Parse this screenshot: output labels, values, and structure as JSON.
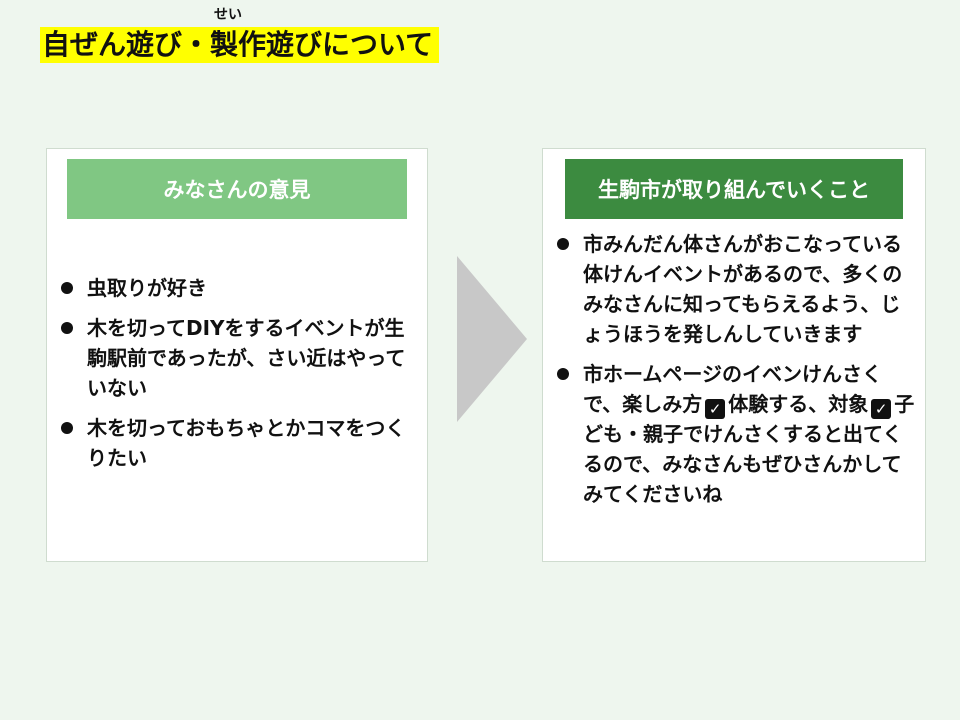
{
  "title": {
    "ruby": "せい",
    "text": "自ぜん遊び・製作遊びについて"
  },
  "left_panel": {
    "header": "みなさんの意見",
    "items": [
      "虫取りが好き",
      "木を切ってDIYをするイベントが生駒駅前であったが、さい近はやっていない",
      "木を切っておもちゃとかコマをつくりたい"
    ]
  },
  "right_panel": {
    "header": "生駒市が取り組んでいくこと",
    "item1": "市みんだん体さんがおこなっている体けんイベントがあるので、多くのみなさんに知ってもらえるよう、じょうほうを発しんしていきます",
    "item2": {
      "part1": "市ホームページのイベンけんさくで、楽しみ方",
      "part2": "体験する、対象",
      "part3": "子ども・親子でけんさくすると出てくるので、みなさんもぜひさんかしてみてくださいね"
    }
  },
  "colors": {
    "background": "#eef6ee",
    "title_highlight": "#ffff00",
    "left_header": "#80c783",
    "right_header": "#3c8b40",
    "arrow": "#c8c8c8"
  },
  "icons": [
    "checkbox-checked-icon",
    "arrow-right-icon",
    "bullet-icon"
  ]
}
